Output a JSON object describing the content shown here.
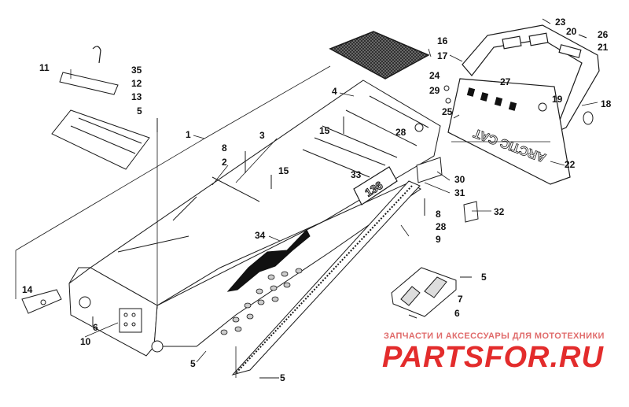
{
  "diagram": {
    "callouts": [
      "1",
      "2",
      "3",
      "4",
      "5",
      "5",
      "5",
      "5",
      "5",
      "6",
      "6",
      "7",
      "8",
      "8",
      "9",
      "10",
      "11",
      "12",
      "13",
      "14",
      "15",
      "15",
      "16",
      "17",
      "18",
      "19",
      "20",
      "21",
      "22",
      "23",
      "24",
      "25",
      "26",
      "27",
      "28",
      "28",
      "29",
      "30",
      "31",
      "32",
      "33",
      "34",
      "35"
    ],
    "decal_text": "136",
    "emblem_text": "ARCTIC CAT"
  },
  "watermark": {
    "tagline": "ЗАПЧАСТИ И АКСЕССУАРЫ ДЛЯ МОТОТЕХНИКИ",
    "brand": "PARTSFOR.RU"
  },
  "colors": {
    "line": "#1a1a1a",
    "watermark": "#e32c2c",
    "watermark_light": "#e06b6b"
  }
}
